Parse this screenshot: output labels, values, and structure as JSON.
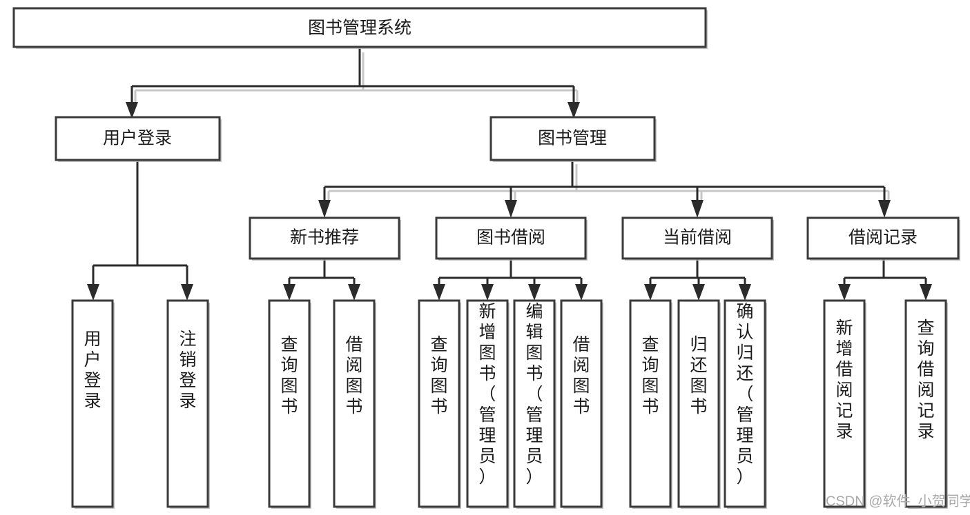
{
  "diagram": {
    "title": "图书管理系统",
    "type": "tree",
    "watermark": "CSDN @软件_小贺同学",
    "colors": {
      "box_stroke": "#3a3a3a",
      "box_fill": "#ffffff",
      "connector": "#2b2b2b",
      "shadow": "#b9b9b9",
      "text": "#1b1b1b",
      "watermark": "#a8a8a8"
    },
    "root": {
      "id": "root",
      "label": "图书管理系统"
    },
    "level1": [
      {
        "id": "user-login",
        "label": "用户登录"
      },
      {
        "id": "book-manage",
        "label": "图书管理"
      }
    ],
    "level2": [
      {
        "id": "new-book-recommend",
        "label": "新书推荐",
        "parent": "book-manage"
      },
      {
        "id": "book-borrow",
        "label": "图书借阅",
        "parent": "book-manage"
      },
      {
        "id": "current-borrow",
        "label": "当前借阅",
        "parent": "book-manage"
      },
      {
        "id": "borrow-record",
        "label": "借阅记录",
        "parent": "book-manage"
      }
    ],
    "leaves": {
      "user-login": [
        {
          "id": "leaf-user-login",
          "label": "用户登录"
        },
        {
          "id": "leaf-user-logout",
          "label": "注销登录"
        }
      ],
      "new-book-recommend": [
        {
          "id": "leaf-query-book-1",
          "label": "查询图书"
        },
        {
          "id": "leaf-borrow-book-1",
          "label": "借阅图书"
        }
      ],
      "book-borrow": [
        {
          "id": "leaf-query-book-2",
          "label": "查询图书"
        },
        {
          "id": "leaf-add-book",
          "label": "新增图书（管理员）"
        },
        {
          "id": "leaf-edit-book",
          "label": "编辑图书（管理员）"
        },
        {
          "id": "leaf-borrow-book-2",
          "label": "借阅图书"
        }
      ],
      "current-borrow": [
        {
          "id": "leaf-query-book-3",
          "label": "查询图书"
        },
        {
          "id": "leaf-return-book",
          "label": "归还图书"
        },
        {
          "id": "leaf-confirm-return",
          "label": "确认归还（管理员）"
        }
      ],
      "borrow-record": [
        {
          "id": "leaf-add-record",
          "label": "新增借阅记录"
        },
        {
          "id": "leaf-query-record",
          "label": "查询借阅记录"
        }
      ]
    }
  }
}
